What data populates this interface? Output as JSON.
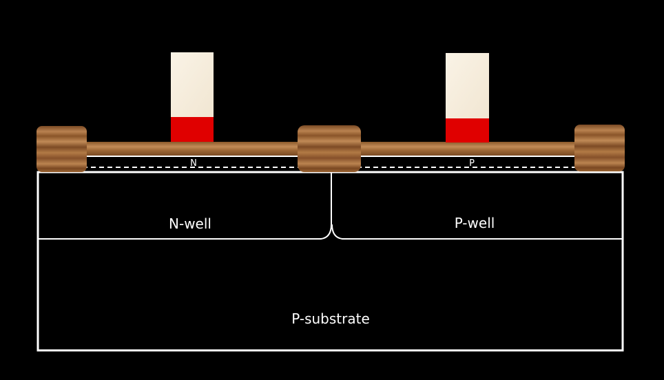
{
  "labels": {
    "n_implant": "N",
    "p_implant": "P",
    "n_well": "N-well",
    "p_well": "P-well",
    "substrate": "P-substrate"
  },
  "colors": {
    "background": "#000000",
    "outline": "#ffffff",
    "gate_cap": "#f7efdf",
    "gate_poly": "#e00000",
    "wood_light": "#b57a44",
    "wood_dark": "#6b3f1e"
  },
  "icons": {
    "oxide_texture": "wood-grain"
  }
}
